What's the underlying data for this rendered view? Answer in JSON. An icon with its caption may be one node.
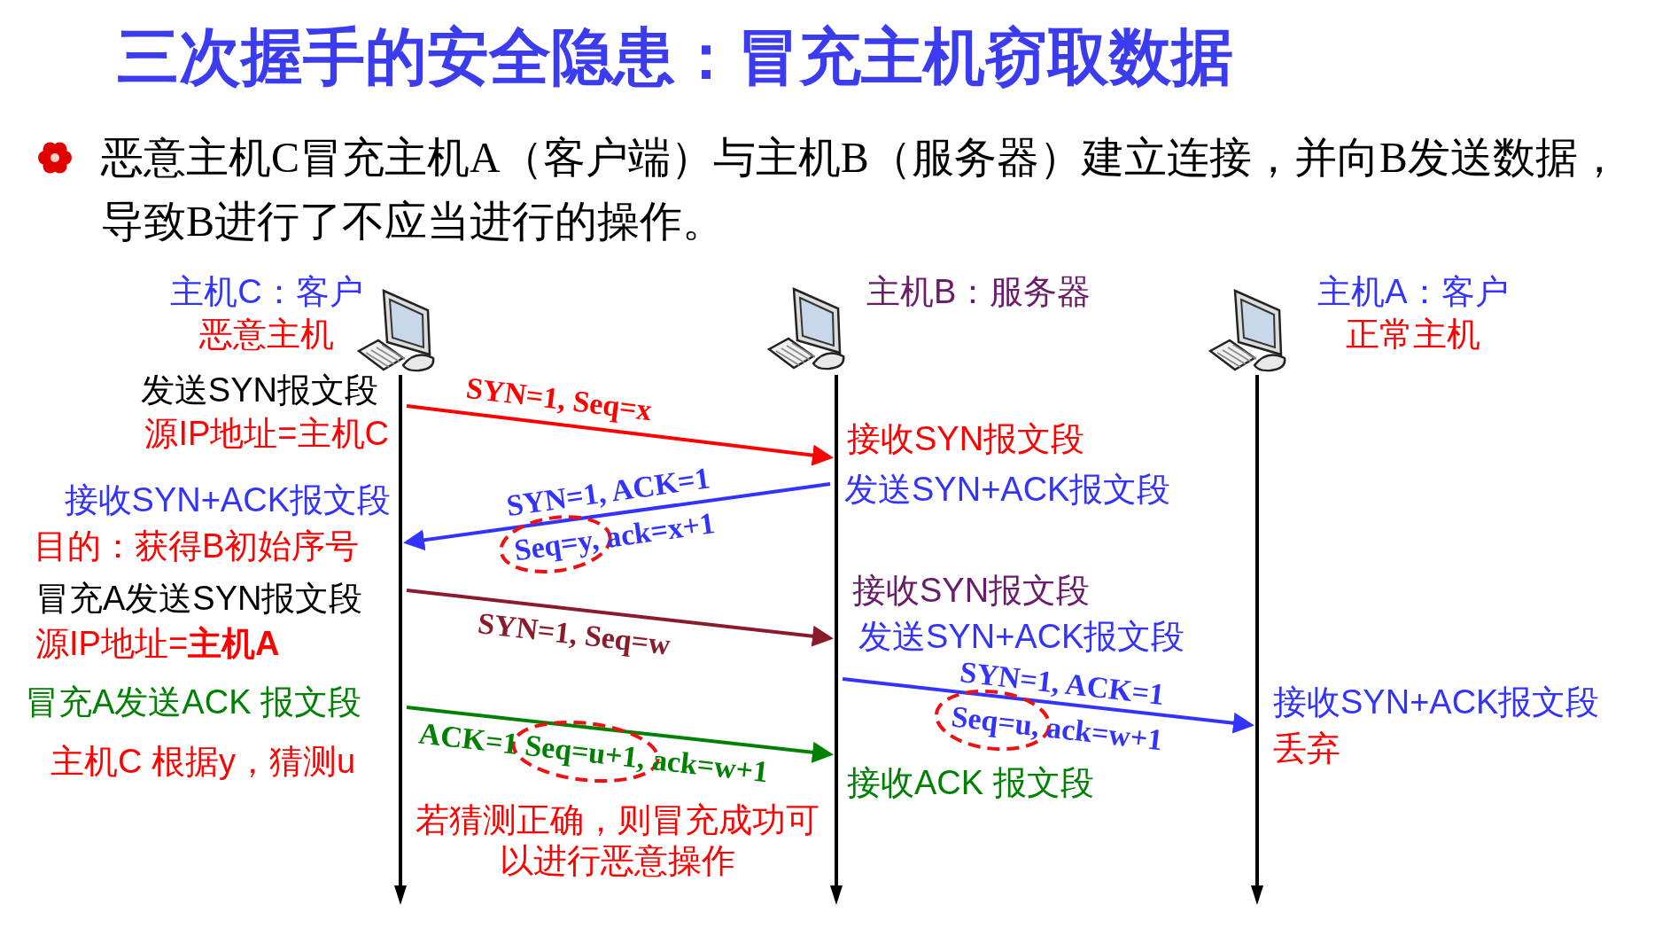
{
  "diagram": {
    "title": "三次握手的安全隐患：冒充主机窃取数据",
    "nodes": [
      {
        "text": [
          "主机C：客户",
          "恶意主机"
        ]
      },
      {
        "text": [
          "主机B：服务器"
        ]
      },
      {
        "text": [
          "主机A：客户",
          "正常主机"
        ]
      },
      {
        "text": [],
        "shape": "bar"
      },
      {
        "text": [],
        "shape": "bar"
      },
      {
        "text": [],
        "shape": "bar"
      }
    ],
    "edges": [
      {
        "from": 3,
        "to": 4,
        "arrow": "to",
        "label": "SYN=1, Seq=x",
        "color": "#ff0000"
      },
      {
        "from": 4,
        "to": 3,
        "arrow": "to",
        "label": "SYN=1, ACK=1 Seq=y, ack=x+1",
        "color": "#3333ff"
      },
      {
        "from": 3,
        "to": 4,
        "arrow": "to",
        "label": "SYN=1, Seq=w",
        "color": "#8b1a2b"
      },
      {
        "from": 4,
        "to": 5,
        "arrow": "to",
        "label": "SYN=1, ACK=1 Seq=u, ack=w+1",
        "color": "#3333ff"
      },
      {
        "from": 3,
        "to": 4,
        "arrow": "to",
        "label": "ACK=1 Seq=u+1, ack=w+1",
        "color": "#008000"
      }
    ],
    "labels": [
      "恶意主机C冒充主机A（客户端）与主机B（服务器）建立连接，并向B发送数据，导致B进行了不应当进行的操作。",
      "发送SYN报文段",
      "源IP地址=主机C",
      "接收SYN报文段",
      "发送SYN+ACK报文段",
      "接收SYN+ACK报文段",
      "目的：获得B初始序号",
      "冒充A发送SYN报文段",
      "源IP地址=**主机A**",
      "接收SYN报文段",
      "发送SYN+ACK报文段",
      "冒充A发送ACK 报文段",
      "接收SYN+ACK报文段",
      "丢弃",
      "主机C 根据y，猜测u",
      "接收ACK 报文段",
      "若猜测正确，则冒充成功可以进行恶意操作"
    ]
  }
}
